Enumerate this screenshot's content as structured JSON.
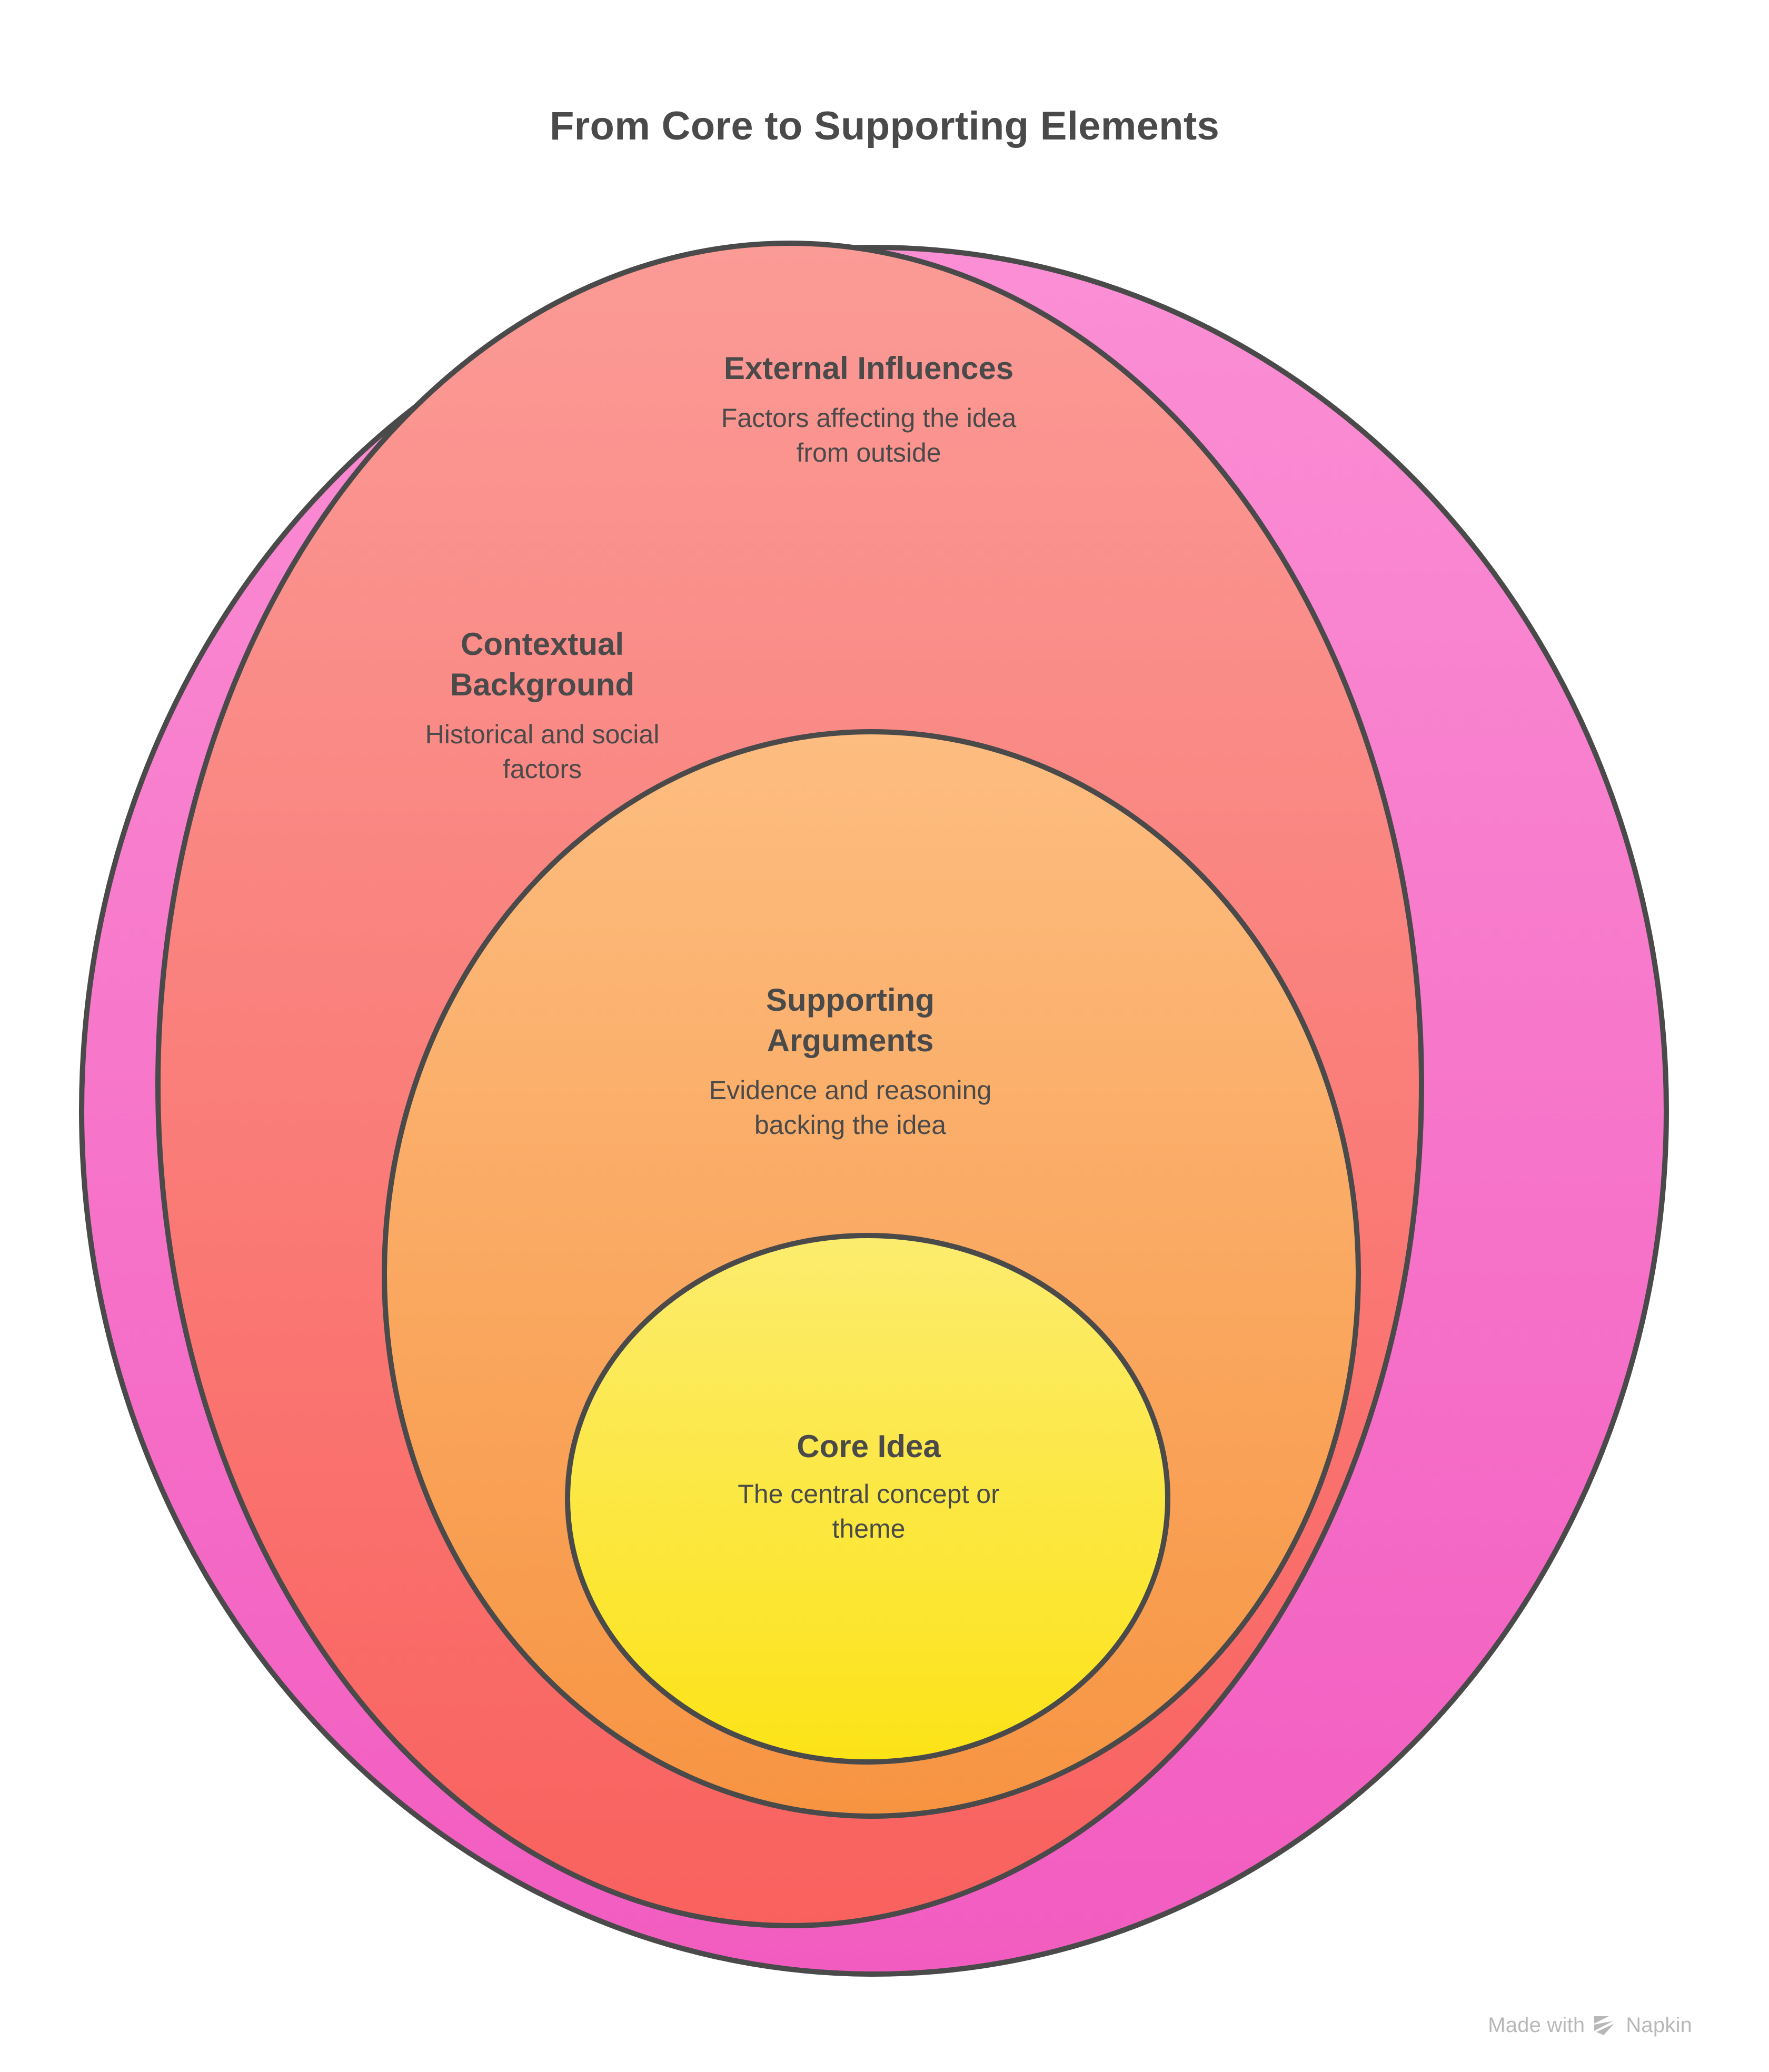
{
  "page": {
    "title": "From Core to Supporting Elements",
    "background_color": "#ffffff",
    "text_color": "#4a4a4a",
    "stroke_color": "#4a4a4a"
  },
  "watermark": {
    "prefix": "Made with",
    "brand": "Napkin",
    "logo_icon": "napkin-logo-icon",
    "color": "#b8b8b8"
  },
  "chart_data": {
    "type": "venn",
    "title": "From Core to Supporting Elements",
    "layout": "concentric-nested-ellipses",
    "legend": "none",
    "layers": [
      {
        "id": "external-influences",
        "level": 4,
        "title": "External Influences",
        "description_line1": "Factors affecting the idea",
        "description_line2": "from outside",
        "fill_top": "#fb8fd4",
        "fill_bottom": "#f25cc0",
        "stroke": "#4a4a4a"
      },
      {
        "id": "contextual-background",
        "level": 3,
        "title_line1": "Contextual",
        "title_line2": "Background",
        "description_line1": "Historical and social",
        "description_line2": "factors",
        "fill_top": "#fb9b96",
        "fill_bottom": "#f9615e",
        "stroke": "#4a4a4a"
      },
      {
        "id": "supporting-arguments",
        "level": 2,
        "title_line1": "Supporting",
        "title_line2": "Arguments",
        "description_line1": "Evidence and reasoning",
        "description_line2": "backing the idea",
        "fill_top": "#fdbd80",
        "fill_bottom": "#f79442",
        "stroke": "#4a4a4a"
      },
      {
        "id": "core-idea",
        "level": 1,
        "title": "Core Idea",
        "description_line1": "The central concept or",
        "description_line2": "theme",
        "fill_top": "#fcec6e",
        "fill_bottom": "#fce317",
        "stroke": "#4a4a4a"
      }
    ]
  }
}
